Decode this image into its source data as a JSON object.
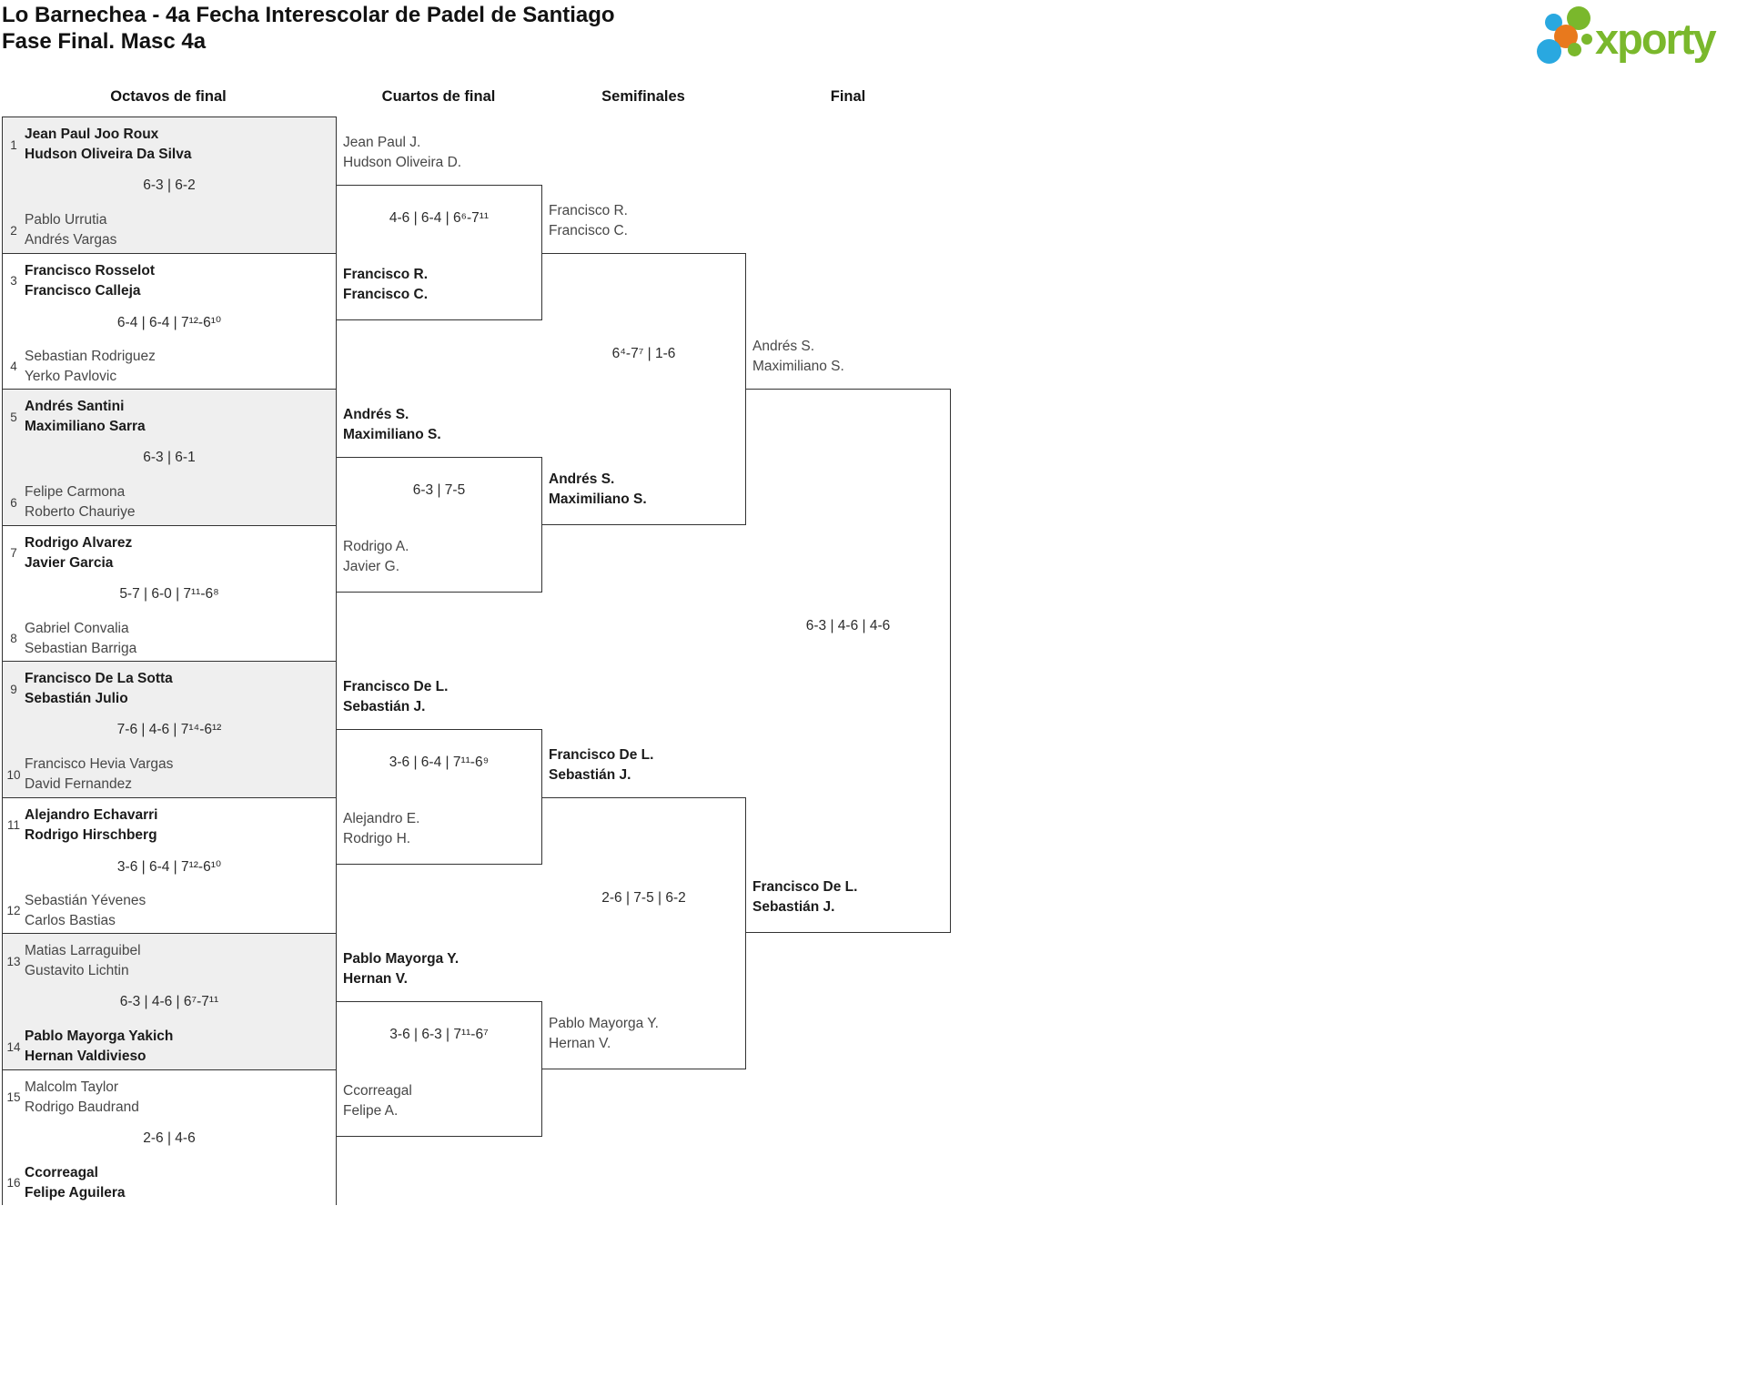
{
  "header": {
    "title_line1": "Lo Barnechea - 4a Fecha Interescolar de Padel de Santiago",
    "title_line2": "Fase Final. Masc 4a"
  },
  "logo": {
    "text": "xporty",
    "colors": {
      "green": "#7ab82c",
      "blue": "#29a8e0",
      "orange": "#e8791d"
    }
  },
  "columns": [
    "Octavos de final",
    "Cuartos de final",
    "Semifinales",
    "Final"
  ],
  "rounds": {
    "octavos": [
      {
        "seed1": "1",
        "team1": [
          "Jean Paul Joo Roux",
          "Hudson Oliveira Da Silva"
        ],
        "score": "6-3 | 6-2",
        "seed2": "2",
        "team2": [
          "Pablo Urrutia",
          "Andrés Vargas"
        ],
        "winner": 1
      },
      {
        "seed1": "3",
        "team1": [
          "Francisco Rosselot",
          "Francisco Calleja"
        ],
        "score": "6-4 | 6-4 | 7¹²-6¹⁰",
        "seed2": "4",
        "team2": [
          "Sebastian Rodriguez",
          "Yerko Pavlovic"
        ],
        "winner": 1
      },
      {
        "seed1": "5",
        "team1": [
          "Andrés Santini",
          "Maximiliano Sarra"
        ],
        "score": "6-3 | 6-1",
        "seed2": "6",
        "team2": [
          "Felipe Carmona",
          "Roberto Chauriye"
        ],
        "winner": 1
      },
      {
        "seed1": "7",
        "team1": [
          "Rodrigo Alvarez",
          "Javier Garcia"
        ],
        "score": "5-7 | 6-0 | 7¹¹-6⁸",
        "seed2": "8",
        "team2": [
          "Gabriel Convalia",
          "Sebastian Barriga"
        ],
        "winner": 1
      },
      {
        "seed1": "9",
        "team1": [
          "Francisco De La Sotta",
          "Sebastián Julio"
        ],
        "score": "7-6 | 4-6 | 7¹⁴-6¹²",
        "seed2": "10",
        "team2": [
          "Francisco Hevia Vargas",
          "David Fernandez"
        ],
        "winner": 1
      },
      {
        "seed1": "11",
        "team1": [
          "Alejandro Echavarri",
          "Rodrigo Hirschberg"
        ],
        "score": "3-6 | 6-4 | 7¹²-6¹⁰",
        "seed2": "12",
        "team2": [
          "Sebastián Yévenes",
          "Carlos Bastias"
        ],
        "winner": 1
      },
      {
        "seed1": "13",
        "team1": [
          "Matias Larraguibel",
          "Gustavito Lichtin"
        ],
        "score": "6-3 | 4-6 | 6⁷-7¹¹",
        "seed2": "14",
        "team2": [
          "Pablo Mayorga Yakich",
          "Hernan Valdivieso"
        ],
        "winner": 2
      },
      {
        "seed1": "15",
        "team1": [
          "Malcolm Taylor",
          "Rodrigo Baudrand"
        ],
        "score": "2-6 | 4-6",
        "seed2": "16",
        "team2": [
          "Ccorreagal",
          "Felipe Aguilera"
        ],
        "winner": 2
      }
    ],
    "cuartos": [
      {
        "team1": [
          "Jean Paul J.",
          "Hudson Oliveira D."
        ],
        "score": "4-6 | 6-4 | 6⁶-7¹¹",
        "team2": [
          "Francisco R.",
          "Francisco C."
        ],
        "winner": 2
      },
      {
        "team1": [
          "Andrés S.",
          "Maximiliano S."
        ],
        "score": "6-3 | 7-5",
        "team2": [
          "Rodrigo A.",
          "Javier G."
        ],
        "winner": 1
      },
      {
        "team1": [
          "Francisco De L.",
          "Sebastián J."
        ],
        "score": "3-6 | 6-4 | 7¹¹-6⁹",
        "team2": [
          "Alejandro E.",
          "Rodrigo H."
        ],
        "winner": 1
      },
      {
        "team1": [
          "Pablo Mayorga Y.",
          "Hernan V."
        ],
        "score": "3-6 | 6-3 | 7¹¹-6⁷",
        "team2": [
          "Ccorreagal",
          "Felipe A."
        ],
        "winner": 1
      }
    ],
    "semifinales": [
      {
        "team1": [
          "Francisco R.",
          "Francisco C."
        ],
        "score": "6⁴-7⁷ | 1-6",
        "team2": [
          "Andrés S.",
          "Maximiliano S."
        ],
        "winner": 2
      },
      {
        "team1": [
          "Francisco De L.",
          "Sebastián J."
        ],
        "score": "2-6 | 7-5 | 6-2",
        "team2": [
          "Pablo Mayorga Y.",
          "Hernan V."
        ],
        "winner": 1
      }
    ],
    "final": [
      {
        "team1": [
          "Andrés S.",
          "Maximiliano S."
        ],
        "score": "6-3 | 4-6 | 4-6",
        "team2": [
          "Francisco De L.",
          "Sebastián J."
        ],
        "winner": 2
      }
    ]
  }
}
